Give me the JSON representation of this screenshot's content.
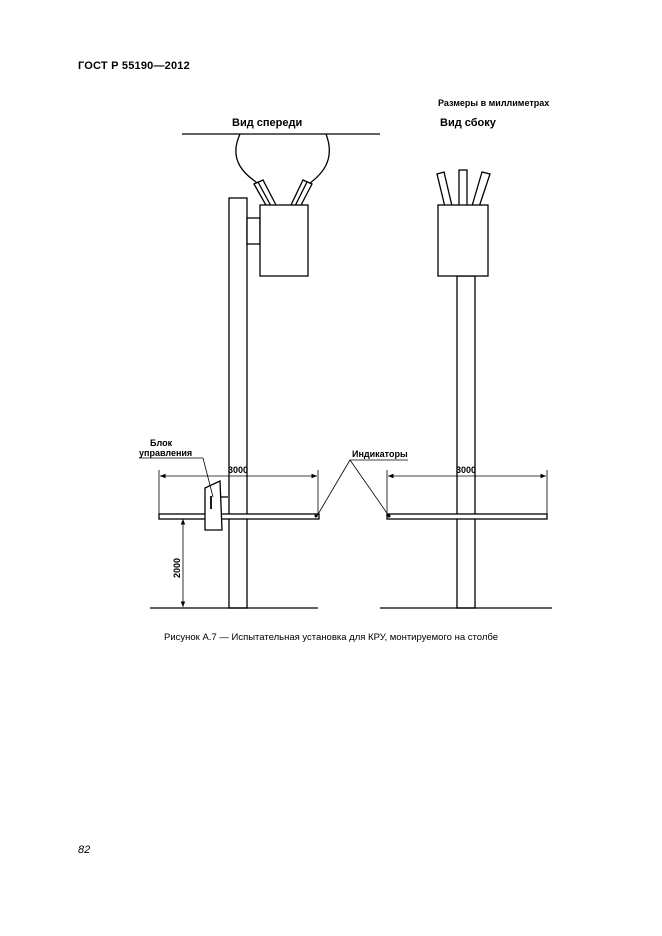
{
  "header": {
    "standard": "ГОСТ Р 55190—2012"
  },
  "figure": {
    "units_note": "Размеры в миллиметрах",
    "front_view_title": "Вид спереди",
    "side_view_title": "Вид сбоку",
    "control_unit_label_line1": "Блок",
    "control_unit_label_line2": "управления",
    "indicators_label": "Индикаторы",
    "dim_width_left": "3000",
    "dim_width_right": "3000",
    "dim_height": "2000"
  },
  "caption": "Рисунок А.7 — Испытательная установка для КРУ, монтируемого на столбе",
  "page_number": "82"
}
